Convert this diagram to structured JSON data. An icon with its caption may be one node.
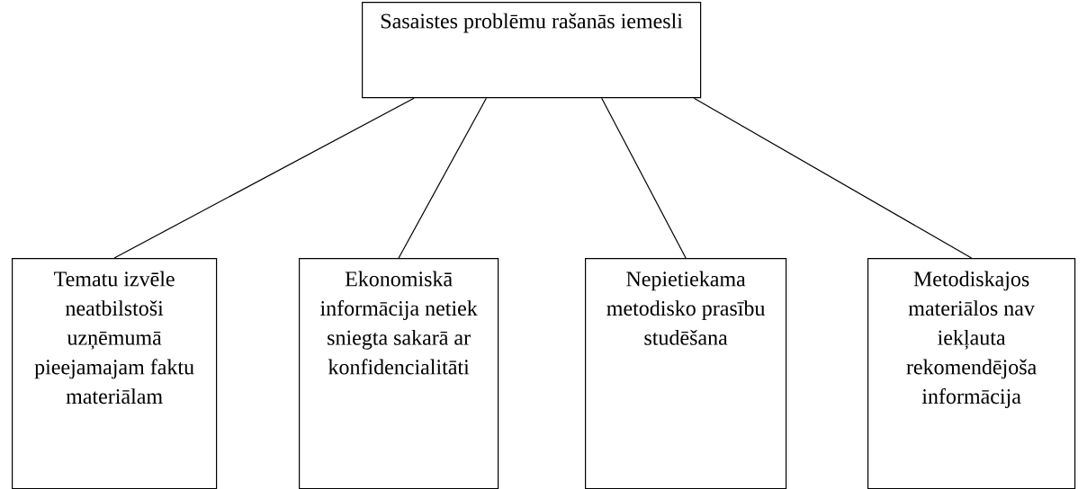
{
  "diagram": {
    "nodes": [
      {
        "text": [
          "Sasaistes problēmu rašanās iemesli"
        ]
      },
      {
        "text": [
          "Tematu izvēle neatbilstoši uzņēmumā pieejamajam faktu materiālam"
        ]
      },
      {
        "text": [
          "Ekonomiskā informācija netiek sniegta sakarā ar konfidencialitāti"
        ]
      },
      {
        "text": [
          "Nepietiekama metodisko prasību studēšana"
        ]
      },
      {
        "text": [
          "Metodiskajos materiālos nav iekļauta rekomendējoša informācija"
        ]
      }
    ],
    "edges": [
      {
        "from": 0,
        "to": 1,
        "arrow": "none"
      },
      {
        "from": 0,
        "to": 2,
        "arrow": "none"
      },
      {
        "from": 0,
        "to": 3,
        "arrow": "none"
      },
      {
        "from": 0,
        "to": 4,
        "arrow": "none"
      }
    ]
  }
}
